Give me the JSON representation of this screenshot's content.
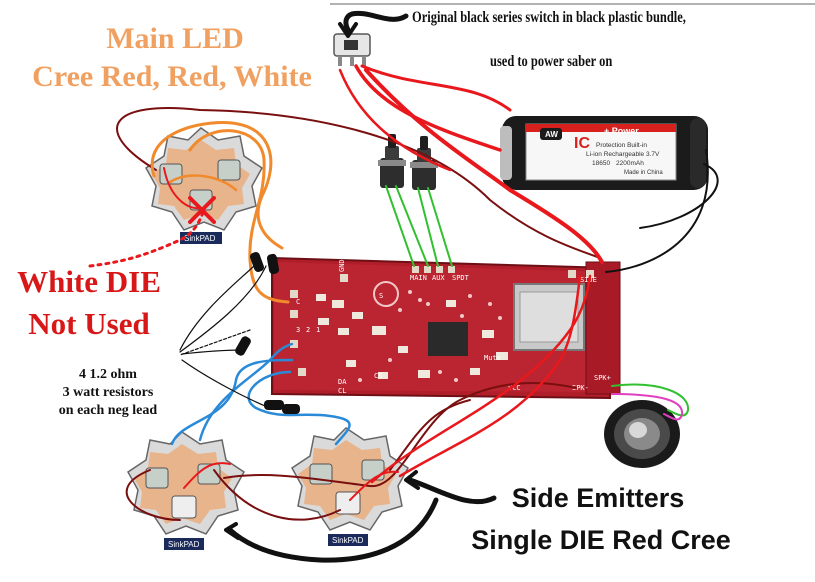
{
  "labels": {
    "main_led_line1": "Main LED",
    "main_led_line2": "Cree Red, Red, White",
    "white_die_line1": "White DIE",
    "white_die_line2": "Not Used",
    "resistor_line1": "4   1.2 ohm",
    "resistor_line2": "3 watt resistors",
    "resistor_line3": "on each neg lead",
    "switch_line1": "Original black series switch in black plastic bundle,",
    "switch_line2": "used to power saber on",
    "side_line1": "Side Emitters",
    "side_line2": "Single DIE Red Cree"
  },
  "battery": {
    "brand": "AW",
    "model": "IC",
    "power": "+ Power",
    "line1": "Protection Built-in",
    "line2": "Li-ion Rechargeable 3.7V",
    "size": "18650",
    "capacity": "2200mAh",
    "origin": "Made in China"
  },
  "led_star_label": "SinkPAD",
  "pcb_pads": [
    "GND",
    "MAIN",
    "AUX",
    "SPDT",
    "SIDE",
    "Mute",
    "VCC",
    "SPK-",
    "SPK+",
    "DA",
    "CL",
    "CS"
  ],
  "colors": {
    "board": "#b01e2a",
    "wire_red": "#e8181c",
    "wire_orange": "#f08a2c",
    "wire_blue": "#2a8ad8",
    "wire_green": "#30c030",
    "wire_maroon": "#7a0f10",
    "wire_pink": "#e040c0"
  }
}
